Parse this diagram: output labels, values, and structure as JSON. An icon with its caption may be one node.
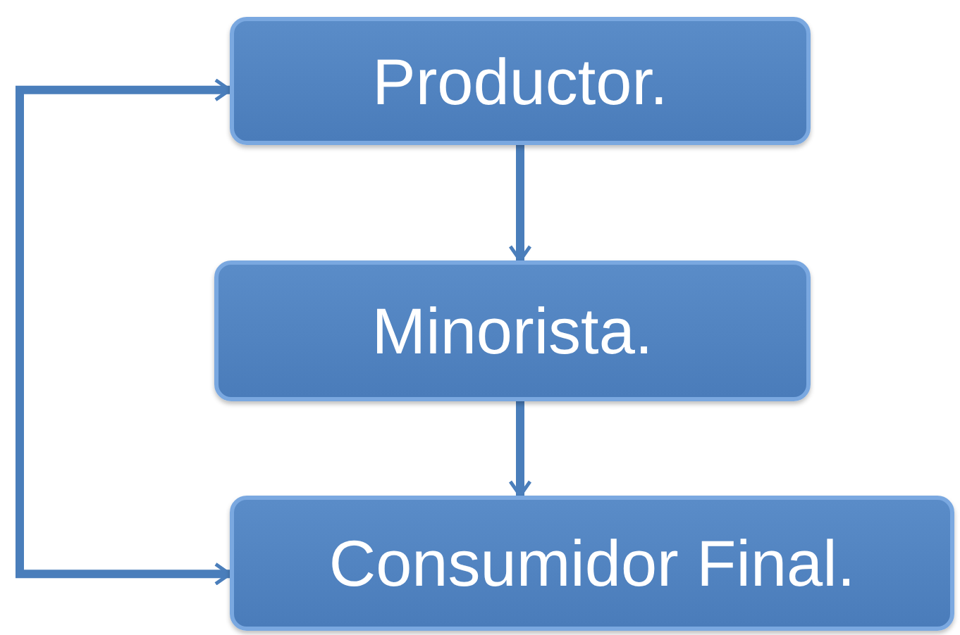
{
  "diagram": {
    "nodes": [
      {
        "text": [
          "Productor."
        ]
      },
      {
        "text": [
          "Minorista."
        ]
      },
      {
        "text": [
          "Consumidor Final."
        ]
      }
    ],
    "edges": [
      {
        "from": 0,
        "to": 1,
        "arrow": "to"
      },
      {
        "from": 1,
        "to": 2,
        "arrow": "to"
      },
      {
        "from": 2,
        "to": 0,
        "arrow": "both"
      }
    ]
  }
}
